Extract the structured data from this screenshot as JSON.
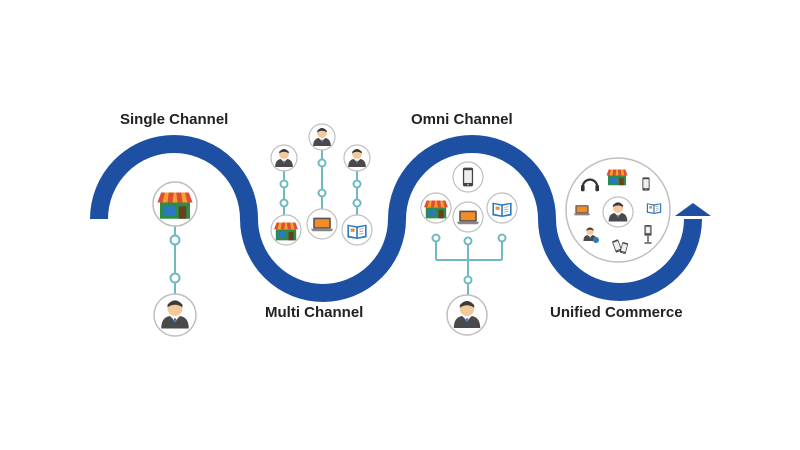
{
  "labels": {
    "single_channel": "Single Channel",
    "multi_channel": "Multi Channel",
    "omni_channel": "Omni Channel",
    "unified_commerce": "Unified Commerce"
  },
  "colors": {
    "wave": "#1d4fa3",
    "connector": "#6fb9c0",
    "icon_ring": "#bfbfbf",
    "store_roof": "#f0a32b",
    "store_body": "#2e8b4a",
    "laptop": "#f28c28",
    "person_suit": "#4a4a4a",
    "person_skin": "#f3c89b"
  },
  "stages": [
    {
      "name": "single_channel",
      "customer_icons": [
        "person-icon"
      ],
      "channel_icons": [
        "store-icon"
      ]
    },
    {
      "name": "multi_channel",
      "customer_icons": [
        "person-icon",
        "person-icon",
        "person-icon"
      ],
      "channel_icons": [
        "store-icon",
        "laptop-icon",
        "catalog-icon"
      ]
    },
    {
      "name": "omni_channel",
      "customer_icons": [
        "person-icon"
      ],
      "channel_icons": [
        "smartphone-icon",
        "store-icon",
        "laptop-icon",
        "catalog-icon"
      ]
    },
    {
      "name": "unified_commerce",
      "customer_icons": [
        "person-icon"
      ],
      "channel_icons": [
        "headset-icon",
        "store-icon",
        "smartphone-icon",
        "laptop-icon",
        "catalog-icon",
        "customer-service-icon",
        "mobile-payment-icon",
        "kiosk-icon"
      ]
    }
  ]
}
